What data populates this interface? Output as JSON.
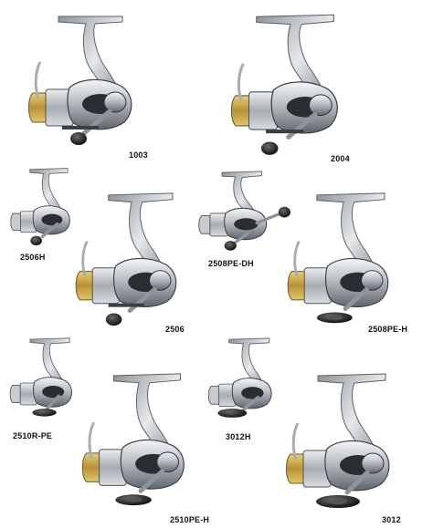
{
  "models": [
    {
      "label": "1003"
    },
    {
      "label": "2004"
    },
    {
      "label": "2506H"
    },
    {
      "label": "2508PE-DH"
    },
    {
      "label": "2506"
    },
    {
      "label": "2508PE-H"
    },
    {
      "label": "2510R-PE"
    },
    {
      "label": "3012H"
    },
    {
      "label": "2510PE-H"
    },
    {
      "label": "3012"
    }
  ],
  "colors": {
    "body_light": "#e4e6e9",
    "body_mid": "#9ea3a9",
    "body_dark": "#3b3f45",
    "handle_knob": "#1a1a1a",
    "spool_gold": "#c9a746",
    "accent_black": "#111111"
  }
}
